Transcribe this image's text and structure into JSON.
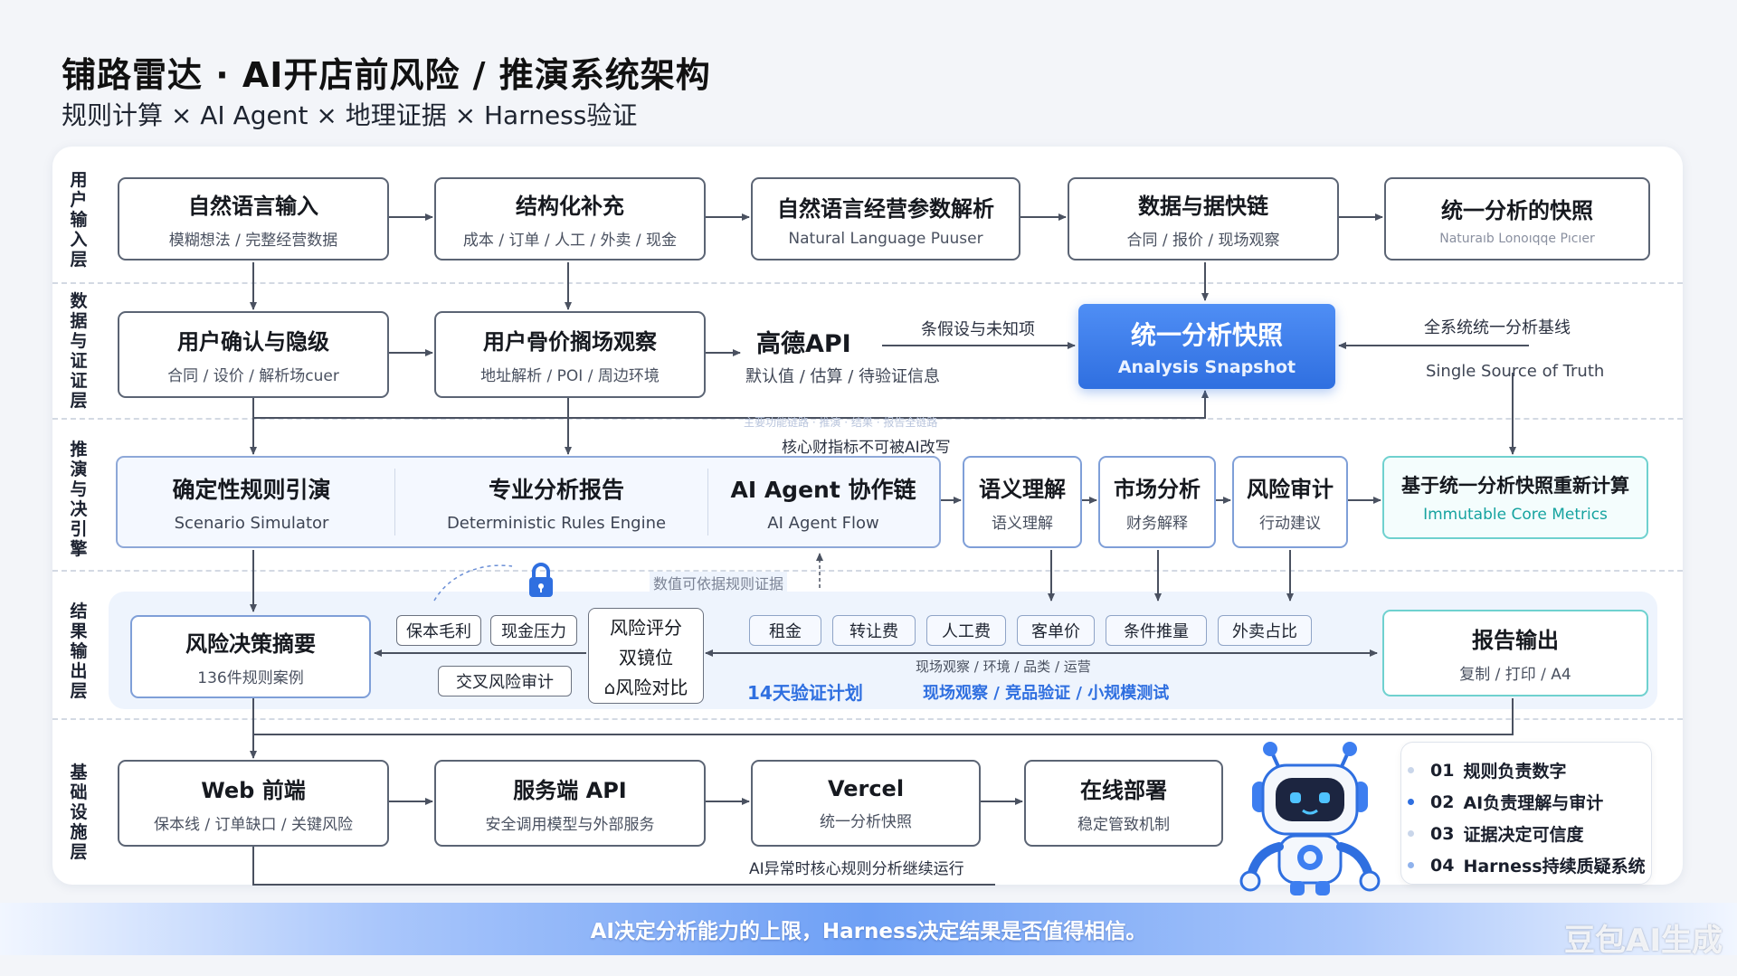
{
  "header": {
    "title": "铺路雷达 · AI开店前风险 / 推演系统架构",
    "subtitle": "规则计算 × AI Agent × 地理证据 × Harness验证"
  },
  "layers": {
    "input": "用户输入层",
    "data": "数据与证证层",
    "engine": "推演与决引擎",
    "output": "结果输出层",
    "infra": "基础设施层"
  },
  "input_layer": [
    {
      "title": "自然语言输入",
      "sub": "模糊想法 / 完整经营数据"
    },
    {
      "title": "结构化补充",
      "sub": "成本 / 订单 / 人工 / 外卖 / 现金"
    },
    {
      "title": "自然语言经营参数解析",
      "sub": "Natural Language Puuser"
    },
    {
      "title": "数据与据快链",
      "sub": "合同 / 报价 / 现场观察"
    },
    {
      "title": "统一分析的快照",
      "sub": "Naturaıb Lonoıqqe Pıcıer"
    }
  ],
  "data_layer": {
    "confirm": {
      "title": "用户确认与隐级",
      "sub": "合同 / 设价 / 解析场cuer"
    },
    "observe": {
      "title": "用户骨价搁场观察",
      "sub": "地址解析 / POI / 周边环境"
    },
    "gaode_title": "高德API",
    "gaode_sub": "默认值 / 估算 / 待验证信息",
    "assume_label": "条假设与未知项",
    "snapshot": {
      "title": "统一分析快照",
      "sub": "Analysis Snapshot"
    },
    "baseline_label": "全系统统一分析基线",
    "truth_label": "Single Source of Truth"
  },
  "engine_layer": {
    "note": "核心财指标不可被AI改写",
    "blurred_note": "主要功能链路 · 推演 · 结果 · 报告全链路",
    "items": [
      {
        "title": "确定性规则引演",
        "sub": "Scenario Simulator"
      },
      {
        "title": "专业分析报告",
        "sub": "Deterministic Rules Engine"
      },
      {
        "title": "AI Agent 协作链",
        "sub": "AI Agent Flow"
      }
    ],
    "side": [
      {
        "title": "语义理解",
        "sub": "语义理解"
      },
      {
        "title": "市场分析",
        "sub": "财务解释"
      },
      {
        "title": "风险审计",
        "sub": "行动建议"
      }
    ],
    "recompute": {
      "title": "基于统一分析快照重新计算",
      "sub": "Immutable Core Metrics"
    }
  },
  "output_layer": {
    "summary": {
      "title": "风险决策摘要",
      "sub": "136件规则案例"
    },
    "tags_left": [
      "保本毛利",
      "现金压力",
      "交叉风险审计"
    ],
    "risk_score": [
      "风险评分",
      "双镜位",
      "⌂风险对比"
    ],
    "validate_label": "数值可依据规则证据",
    "tags_right": [
      "租金",
      "转让费",
      "人工费",
      "客单价",
      "条件推量",
      "外卖占比"
    ],
    "tags_caption": "现场观察 / 环境 / 品类 / 运营",
    "plan_label": "14天验证计划",
    "plan_steps": "现场观察 / 竞品验证 / 小规模测试",
    "report": {
      "title": "报告输出",
      "sub": "复制 / 打印 / A4"
    }
  },
  "infra_layer": {
    "items": [
      {
        "title": "Web 前端",
        "sub": "保本线 / 订单缺口 / 关键风险"
      },
      {
        "title": "服务端 API",
        "sub": "安全调用模型与外部服务"
      },
      {
        "title": "Vercel",
        "sub": "统一分析快照"
      },
      {
        "title": "在线部署",
        "sub": "稳定管致机制"
      }
    ],
    "fallback_note": "AI异常时核心规则分析继续运行"
  },
  "principles": [
    {
      "num": "01",
      "text": "规则负责数字",
      "color": "#c9d6ea"
    },
    {
      "num": "02",
      "text": "AI负责理解与审计",
      "color": "#2f6fe0"
    },
    {
      "num": "03",
      "text": "证据决定可信度",
      "color": "#c9d6ea"
    },
    {
      "num": "04",
      "text": "Harness持续质疑系统",
      "color": "#8fb2ec"
    }
  ],
  "footer": {
    "tagline": "AI决定分析能力的上限，Harness决定结果是否值得相信。",
    "watermark": "豆包AI生成"
  },
  "colors": {
    "accent": "#2f6fe0",
    "teal": "#16a3a0",
    "node_border": "#5b6474"
  }
}
